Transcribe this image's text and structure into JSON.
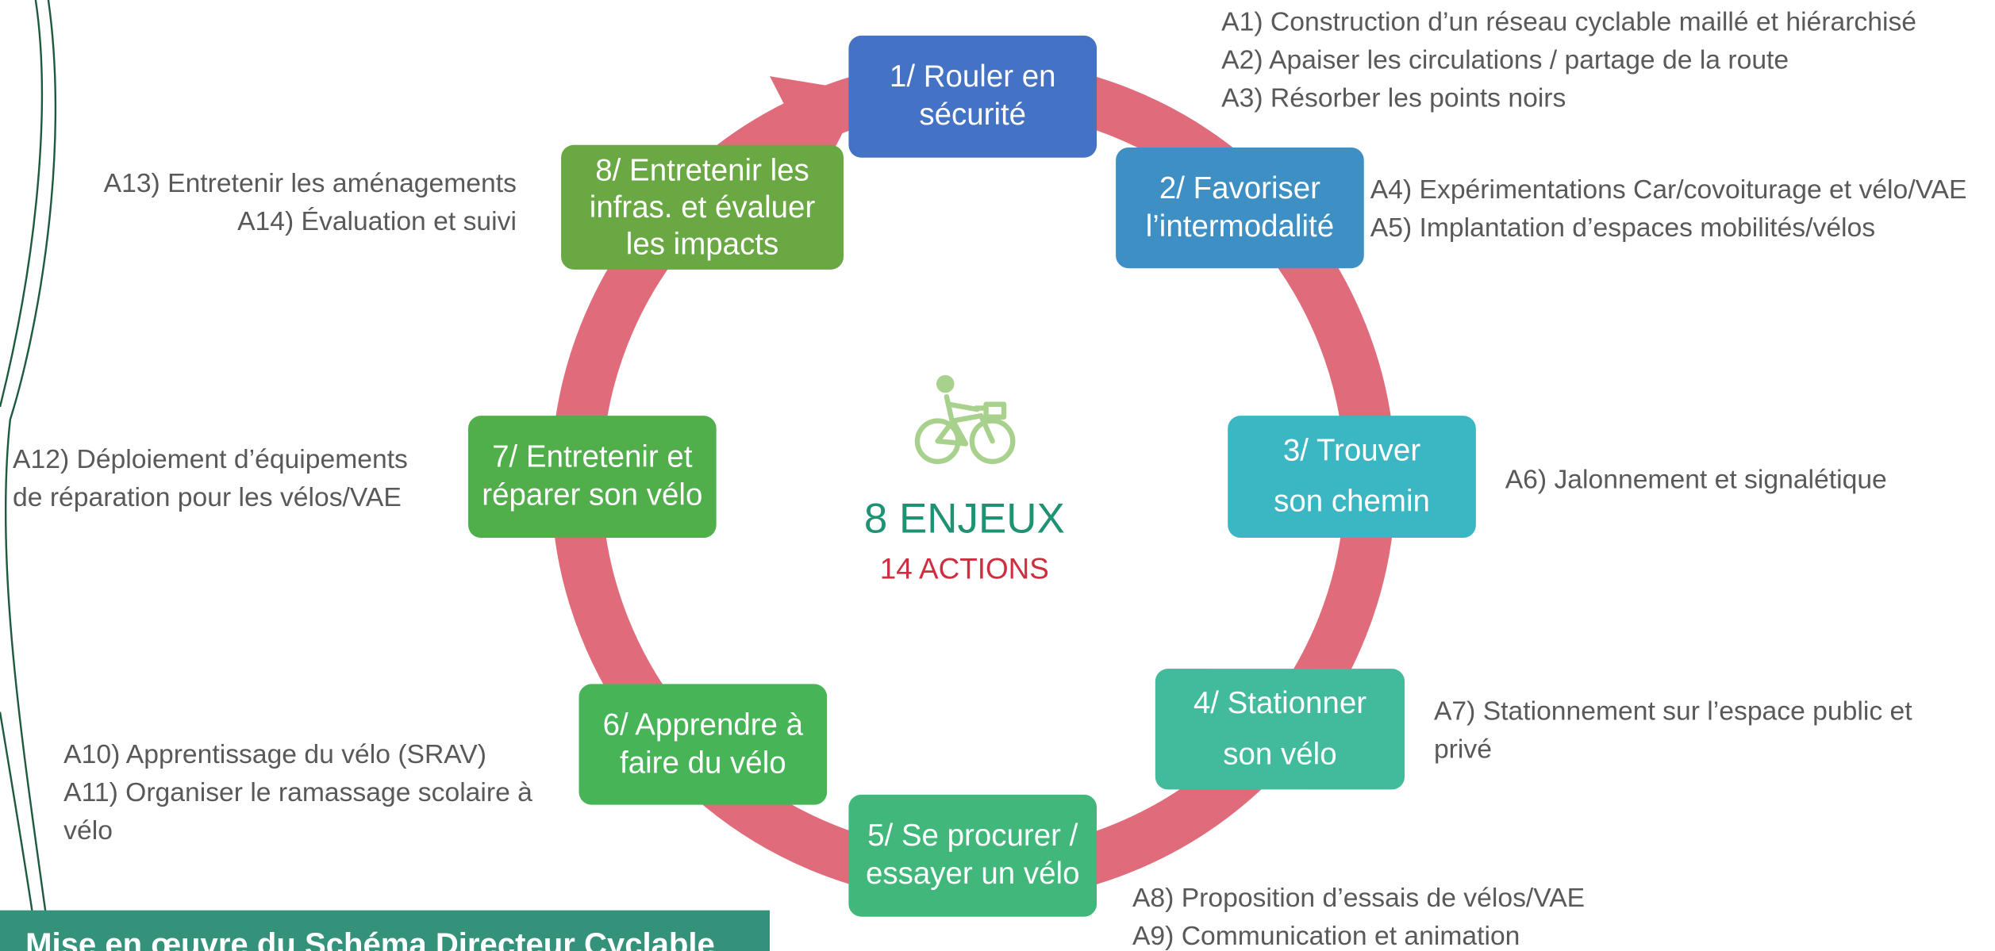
{
  "diagram": {
    "center": {
      "icon": "cyclist-icon",
      "title": "8 ENJEUX",
      "subtitle": "14 ACTIONS"
    },
    "enjeux": [
      {
        "lines": [
          "1/ Rouler en",
          "sécurité"
        ],
        "color": "#4472c4",
        "action_lines": [
          "A1) Construction d’un réseau cyclable maillé et hiérarchisé",
          "A2) Apaiser les circulations / partage de la route",
          "A3) Résorber les points noirs"
        ]
      },
      {
        "lines": [
          "2/ Favoriser",
          "l’intermodalité"
        ],
        "color": "#3e8fc3",
        "action_lines": [
          "A4) Expérimentations Car/covoiturage et vélo/VAE",
          "A5) Implantation d’espaces mobilités/vélos"
        ]
      },
      {
        "lines": [
          "3/ Trouver",
          "son chemin"
        ],
        "color": "#3bb6c3",
        "action_lines": [
          "A6) Jalonnement et signalétique"
        ]
      },
      {
        "lines": [
          "4/ Stationner",
          "son vélo"
        ],
        "color": "#41bb9c",
        "action_lines": [
          "A7) Stationnement sur l’espace public et",
          "privé"
        ]
      },
      {
        "lines": [
          "5/ Se procurer /",
          "essayer un vélo"
        ],
        "color": "#41b77b",
        "action_lines": [
          "A8) Proposition d’essais de vélos/VAE",
          "A9) Communication et animation"
        ]
      },
      {
        "lines": [
          "6/ Apprendre à",
          "faire du vélo"
        ],
        "color": "#47b557",
        "action_lines": [
          "A10) Apprentissage du vélo (SRAV)",
          "A11) Organiser le ramassage scolaire à",
          "vélo"
        ]
      },
      {
        "lines": [
          "7/ Entretenir et",
          "réparer son vélo"
        ],
        "color": "#50af4a",
        "action_lines": [
          "A12) Déploiement d’équipements",
          "de réparation pour les vélos/VAE"
        ]
      },
      {
        "lines": [
          "8/ Entretenir les",
          "infras. et évaluer",
          "les impacts"
        ],
        "color": "#6aa843",
        "action_lines": [
          "A13) Entretenir les aménagements",
          "A14) Évaluation et suivi"
        ]
      }
    ]
  },
  "footer": {
    "banner_text": "Mise en œuvre du Schéma Directeur Cyclable"
  },
  "colors": {
    "ring": "#e06c7b",
    "title": "#1f9274",
    "subtitle": "#cf2e3e",
    "action_text": "#595959",
    "icon": "#a9d18e",
    "banner": "#34917a",
    "decor_lines": "#1e5a3d"
  }
}
